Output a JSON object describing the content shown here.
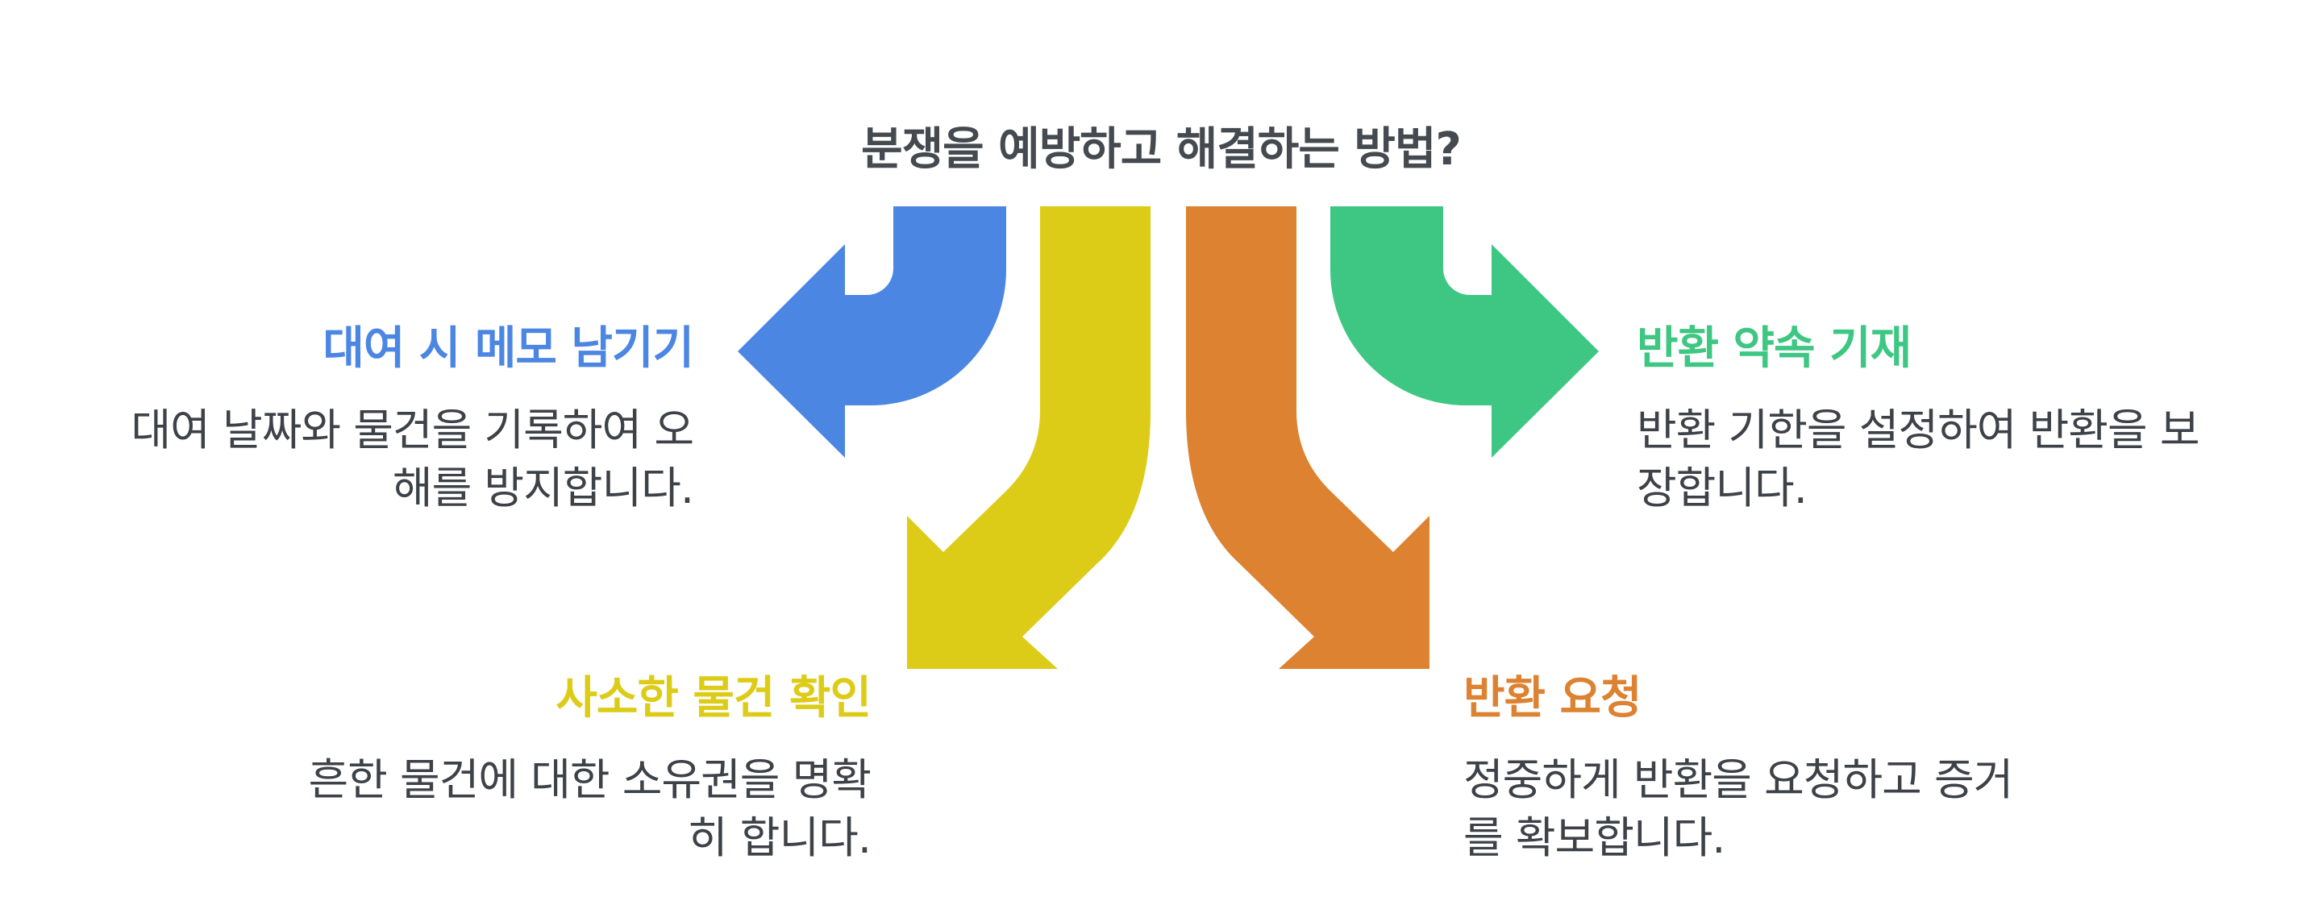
{
  "title": "분쟁을 예방하고 해결하는 방법?",
  "colors": {
    "blue": "#4c86e3",
    "yellow": "#ddcc17",
    "orange": "#dd8230",
    "green": "#3ec783",
    "title": "#444a50",
    "text": "#3d4148"
  },
  "items": [
    {
      "heading": "대여 시 메모 남기기",
      "line1": "대여 날짜와 물건을 기록하여 오",
      "line2": "해를 방지합니다."
    },
    {
      "heading": "사소한 물건 확인",
      "line1": "흔한 물건에 대한 소유권을 명확",
      "line2": "히 합니다."
    },
    {
      "heading": "반환 요청",
      "line1": "정중하게 반환을 요청하고 증거",
      "line2": "를 확보합니다."
    },
    {
      "heading": "반환 약속 기재",
      "line1": "반환 기한을 설정하여 반환을 보",
      "line2": "장합니다."
    }
  ]
}
